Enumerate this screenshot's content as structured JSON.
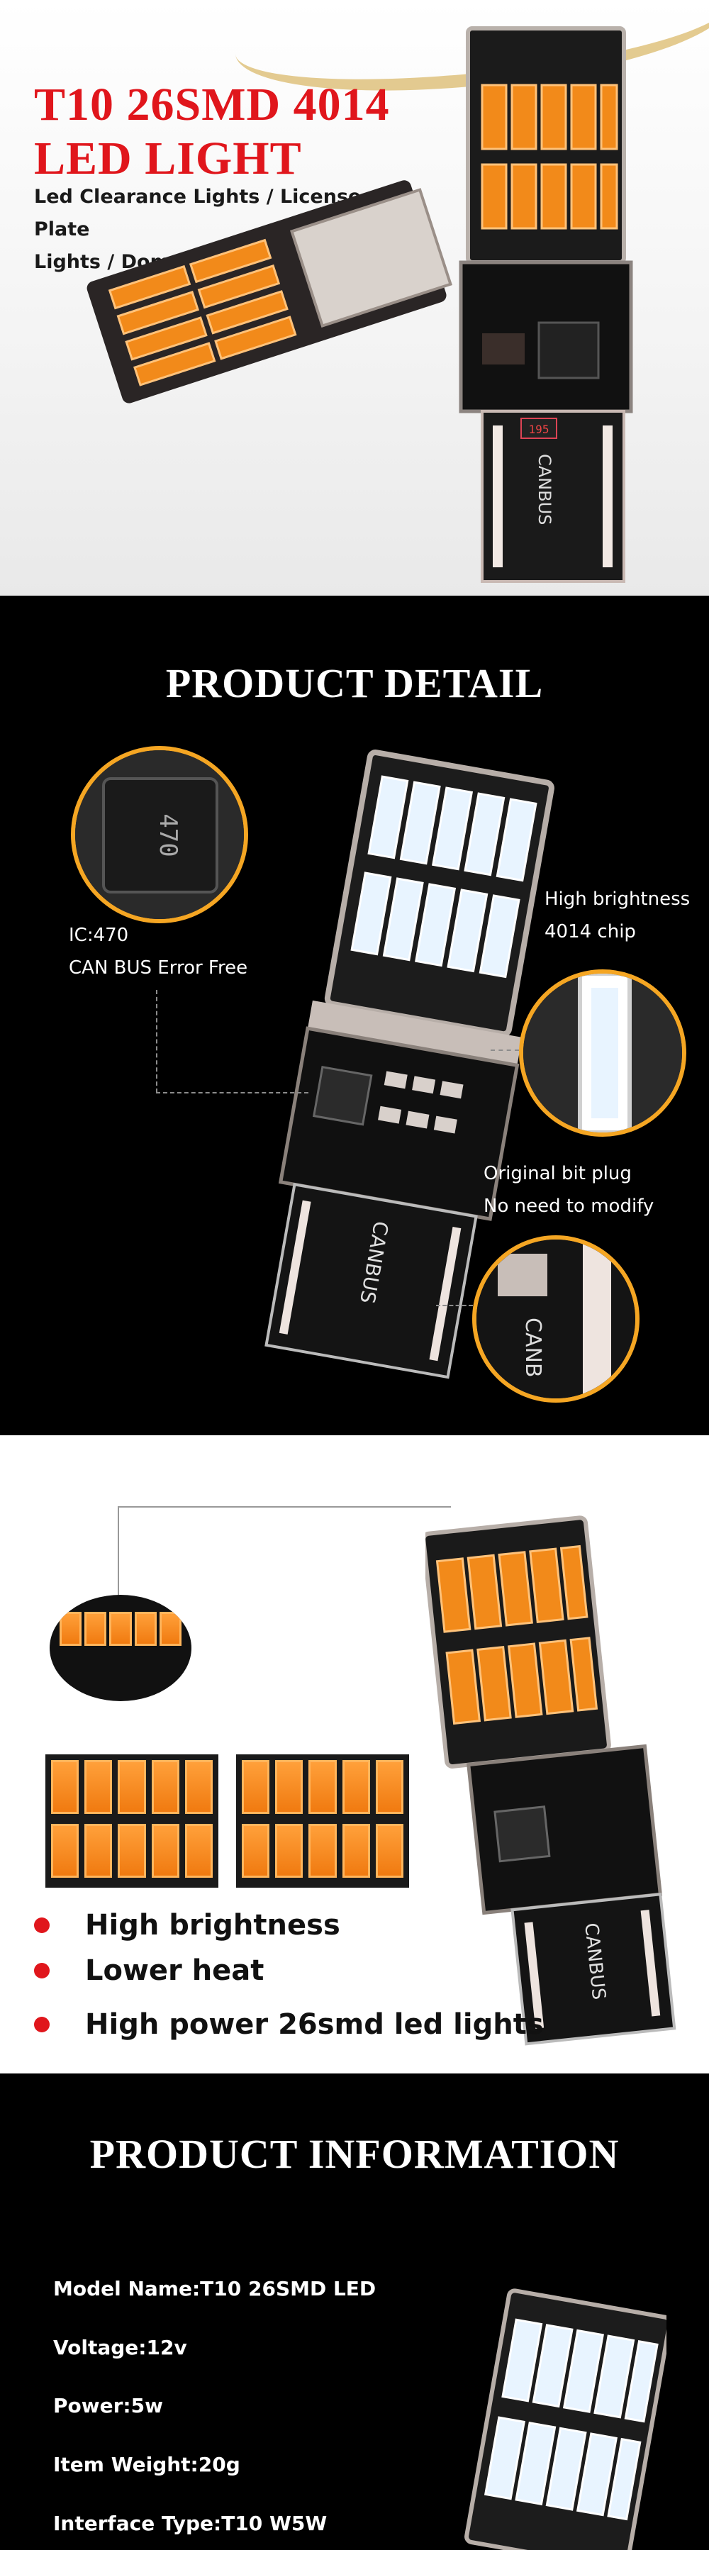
{
  "hero": {
    "title_line1": "T10 26SMD 4014",
    "title_line2": "LED LIGHT",
    "subtitle_line1": "Led Clearance Lights / License Plate",
    "subtitle_line2": "Lights / Dome Lights",
    "bulb_resistor_code": "195",
    "bulb_base_text": "CANBUS"
  },
  "detail": {
    "heading": "PRODUCT DETAIL",
    "ic_chip_code": "470",
    "callout_ic_line1": "IC:470",
    "callout_ic_line2": "CAN BUS Error Free",
    "callout_chip_line1": "High brightness",
    "callout_chip_line2": "4014 chip",
    "callout_plug_line1": "Original bit plug",
    "callout_plug_line2": "No need to modify",
    "bulb_base_text": "CANBUS",
    "plug_zoom_text": "CANB"
  },
  "features": {
    "items": [
      "High brightness",
      "Lower heat",
      "High power 26smd led lights"
    ],
    "bulb_base_text": "CANBUS"
  },
  "info": {
    "heading": "PRODUCT INFORMATION",
    "specs": [
      "Model Name:T10 26SMD LED",
      "Voltage:12v",
      "Power:5w",
      "Item Weight:20g",
      "Interface Type:T10 W5W"
    ]
  },
  "colors": {
    "accent_red": "#e0161c",
    "amber_led": "#f28a1a",
    "white_led": "#e8f4ff",
    "callout_ring": "#f5a623",
    "pcb_black": "#141414"
  }
}
